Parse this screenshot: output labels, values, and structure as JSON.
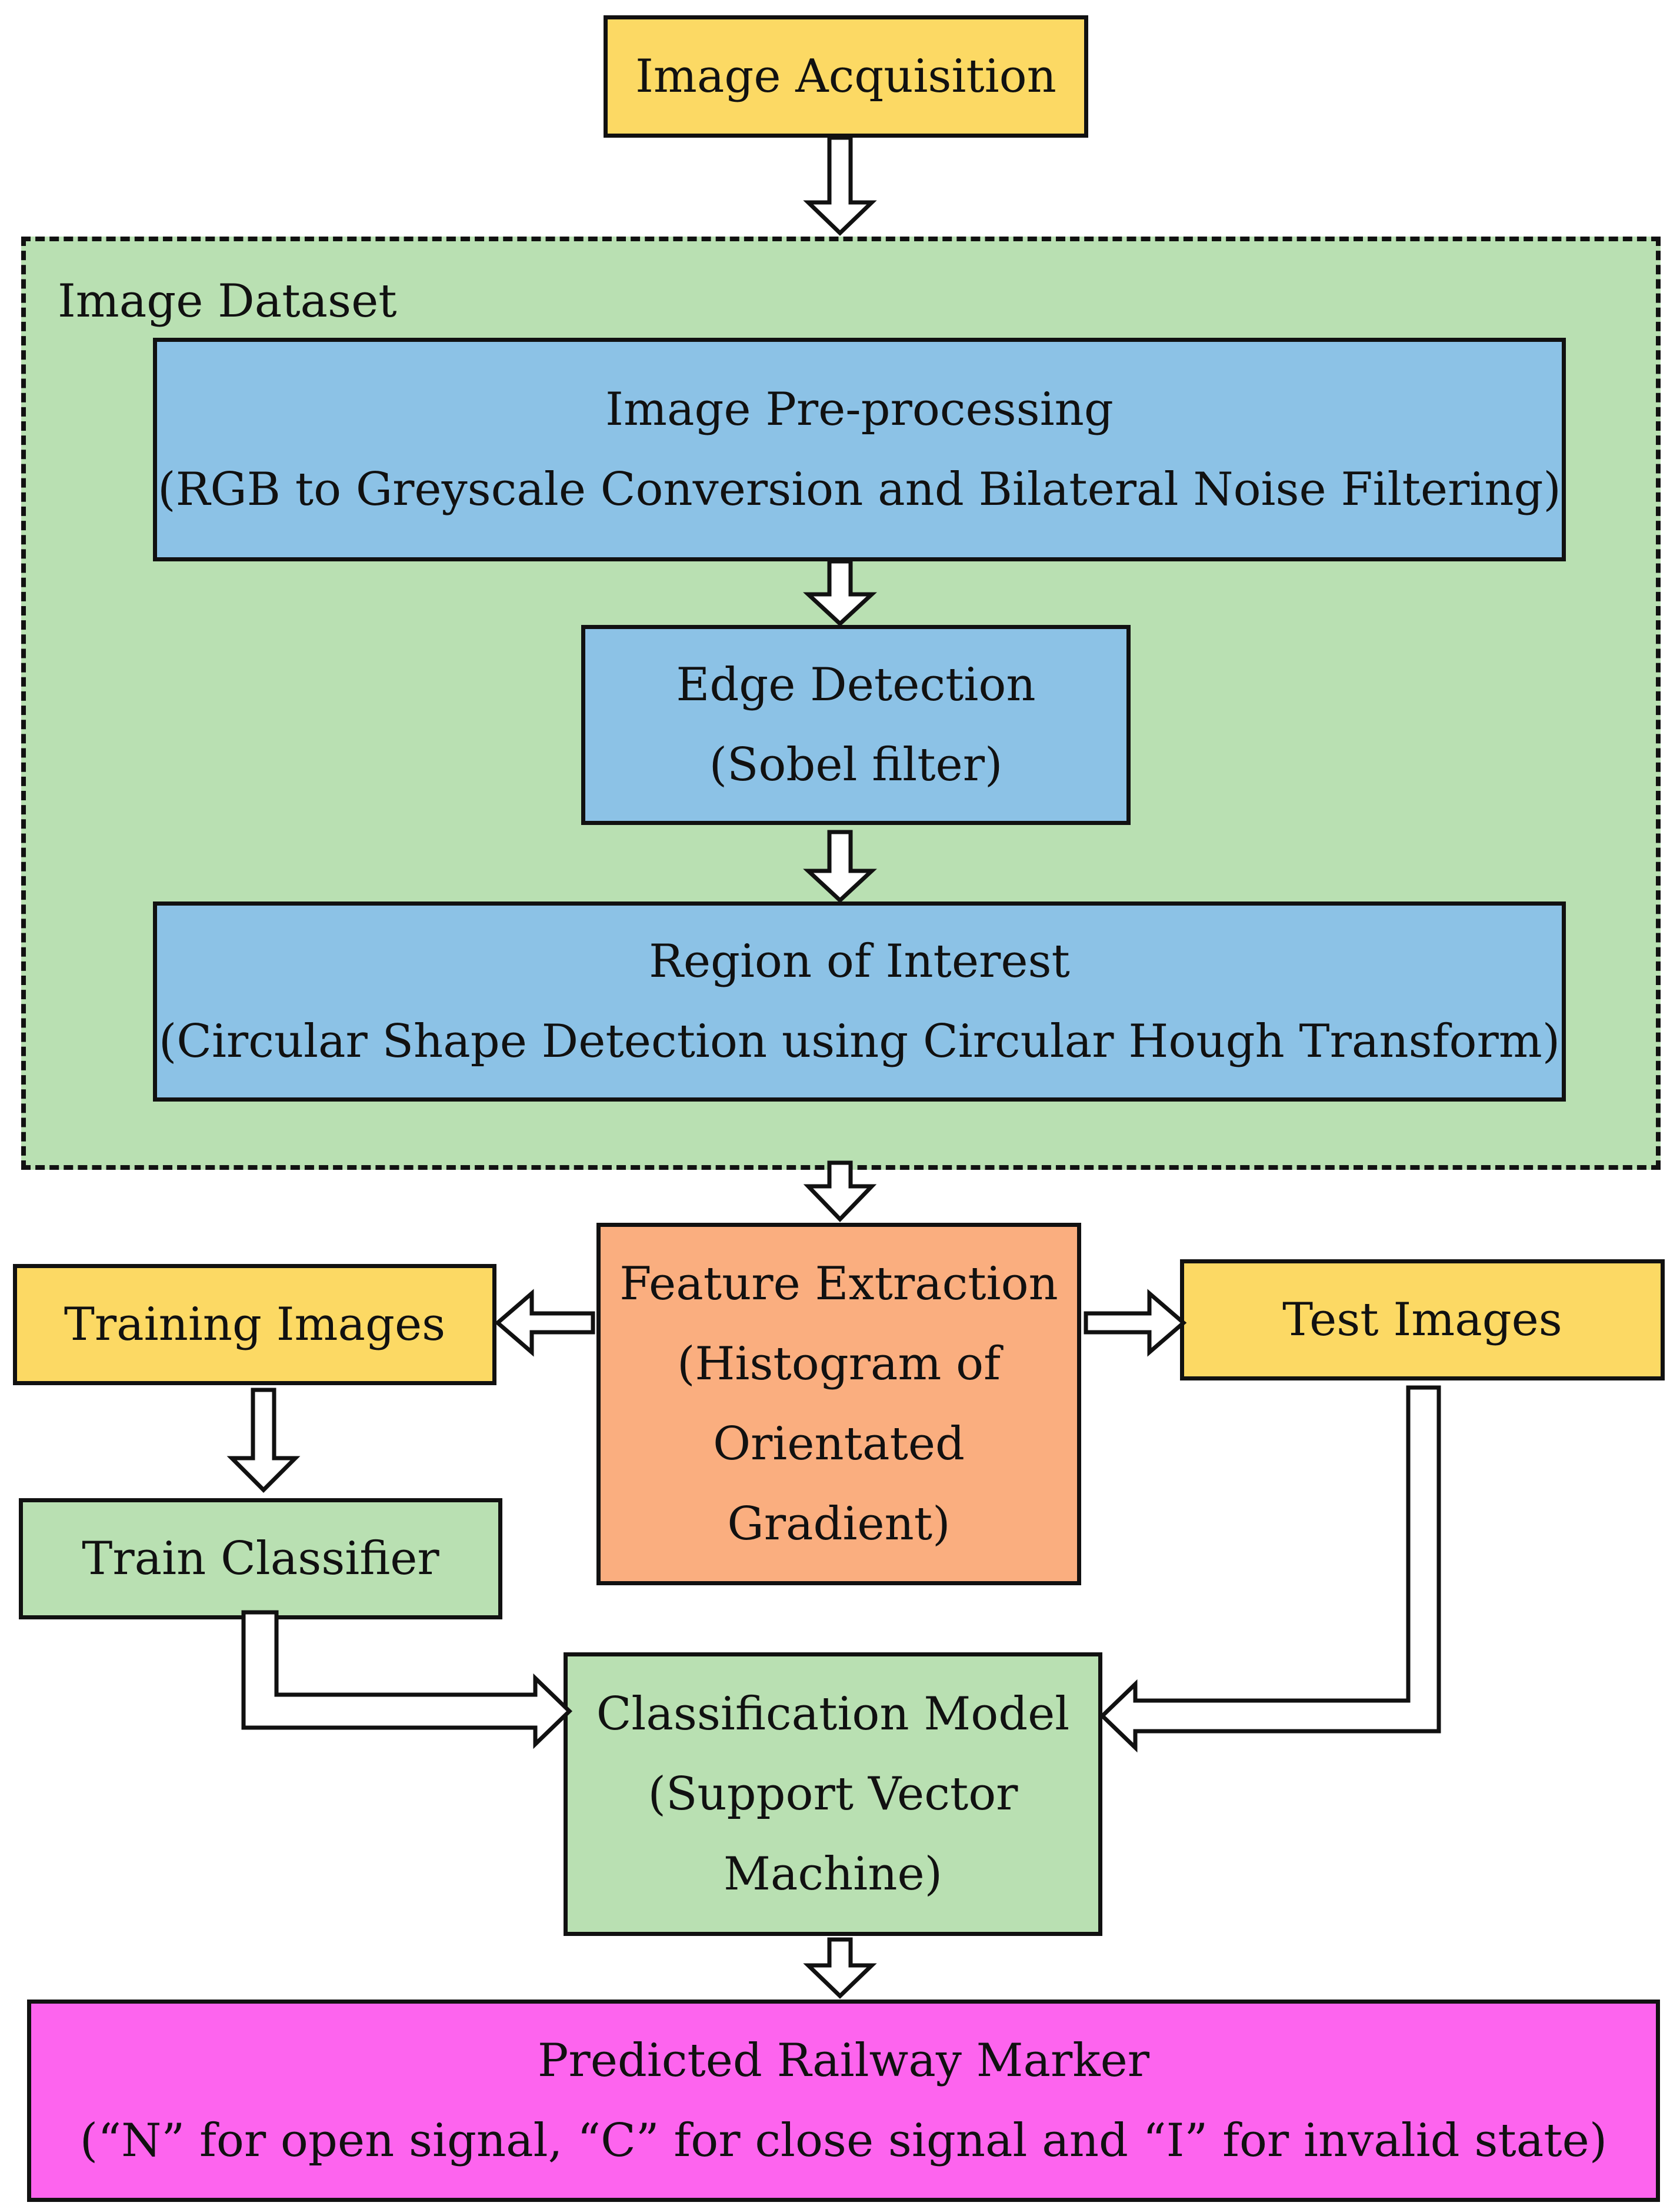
{
  "diagram": {
    "image_acquisition": "Image Acquisition",
    "image_dataset": "Image Dataset",
    "preprocessing": {
      "title": "Image Pre-processing",
      "detail": "(RGB to Greyscale Conversion and Bilateral Noise Filtering)"
    },
    "edge_detection": {
      "title": "Edge Detection",
      "detail": "(Sobel filter)"
    },
    "region_of_interest": {
      "title": "Region of Interest",
      "detail": "(Circular Shape Detection using Circular Hough Transform)"
    },
    "feature_extraction": {
      "lines": [
        "Feature Extraction",
        "(Histogram of",
        "Orientated",
        "Gradient)"
      ]
    },
    "training_images": "Training Images",
    "test_images": "Test Images",
    "train_classifier": "Train Classifier",
    "classification_model": {
      "lines": [
        "Classification Model",
        "(Support Vector",
        "Machine)"
      ]
    },
    "predicted_marker": {
      "title": "Predicted Railway Marker",
      "detail": "(“N” for open signal, “C” for close signal and “I” for invalid state)"
    }
  },
  "colors": {
    "yellow": "#fcd964",
    "green": "#b9e0b2",
    "blue": "#8cc2e6",
    "orange": "#faae7f",
    "magenta": "#fd64ee",
    "outline": "#111111"
  }
}
